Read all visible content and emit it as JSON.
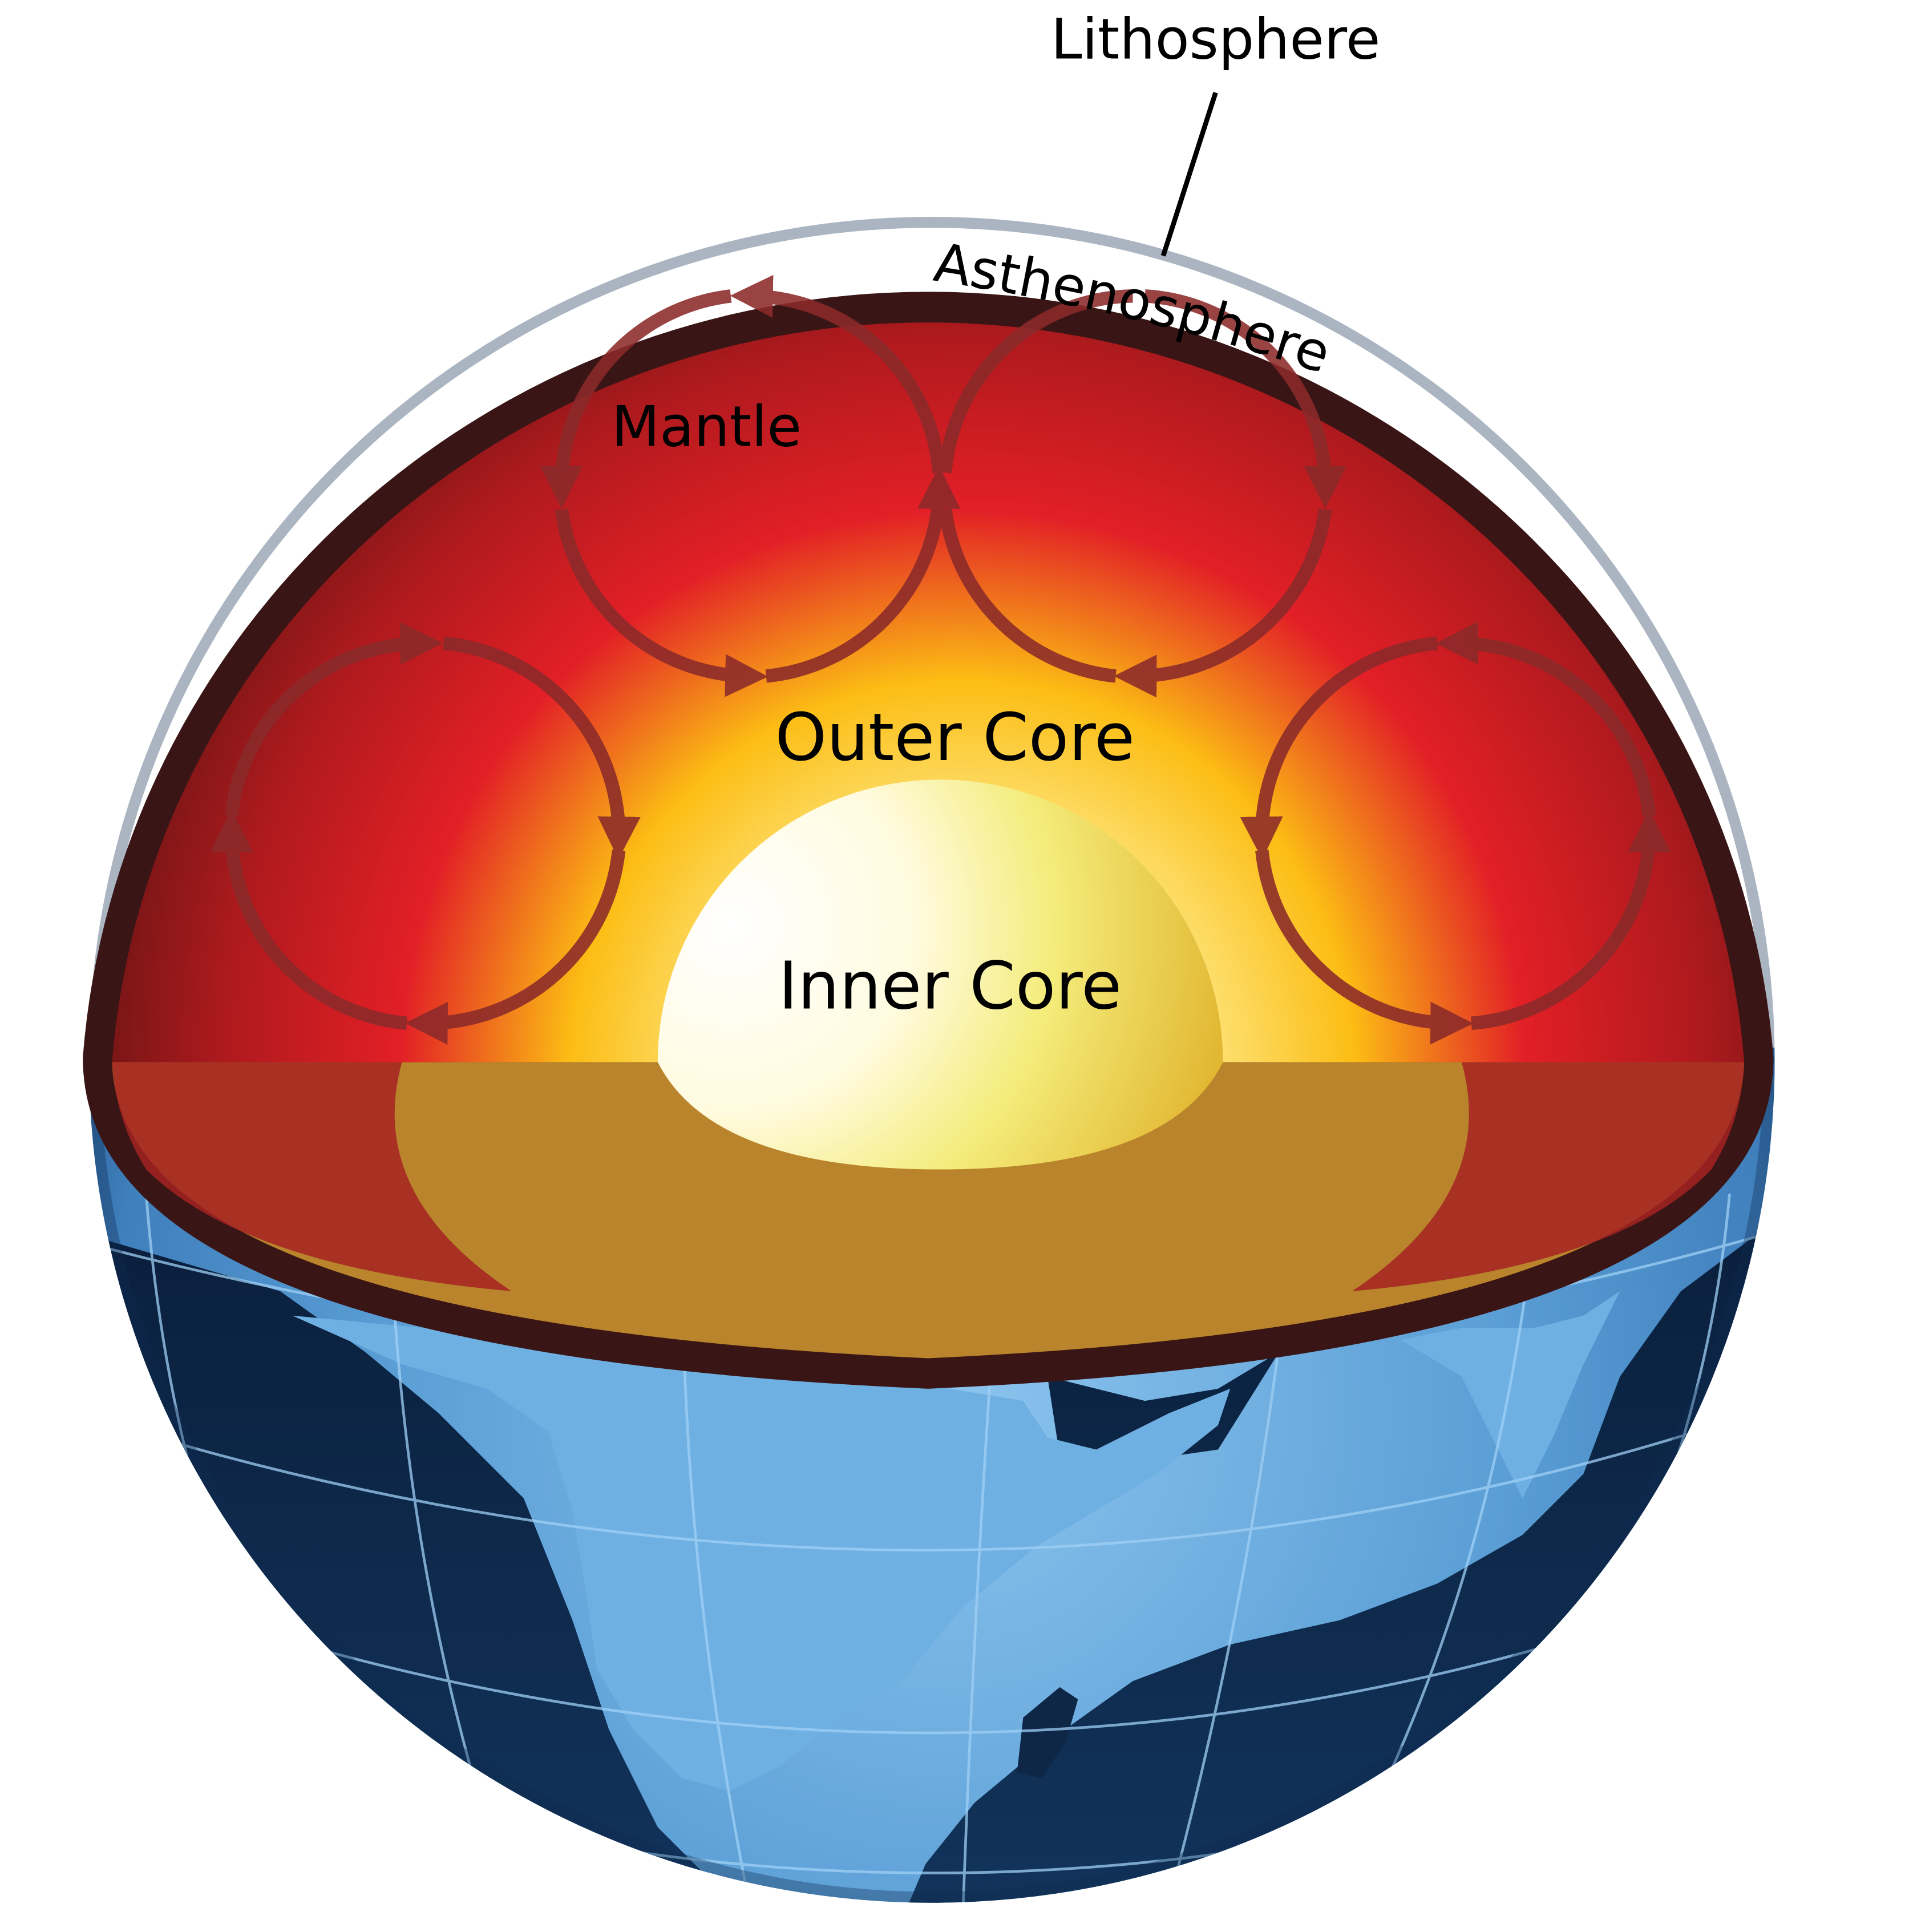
{
  "labels": {
    "lithosphere": "Lithosphere",
    "asthenosphere": "Asthenosphere",
    "mantle": "Mantle",
    "outer_core": "Outer Core",
    "inner_core": "Inner Core"
  },
  "colors": {
    "crust": "#3a1515",
    "mantle_dark": "#8f1a1a",
    "mantle_red": "#e21f26",
    "outer_core": "#fcbd14",
    "inner_core_white": "#ffffff",
    "inner_core_yellow": "#f4ec7a",
    "arrow": "#8b2a2a",
    "ocean": "#5b9fd6",
    "ocean_dark": "#14375d",
    "land": "#0e2747"
  },
  "icons": {
    "convection": "convection-arrow-icon",
    "globe": "globe-icon"
  }
}
